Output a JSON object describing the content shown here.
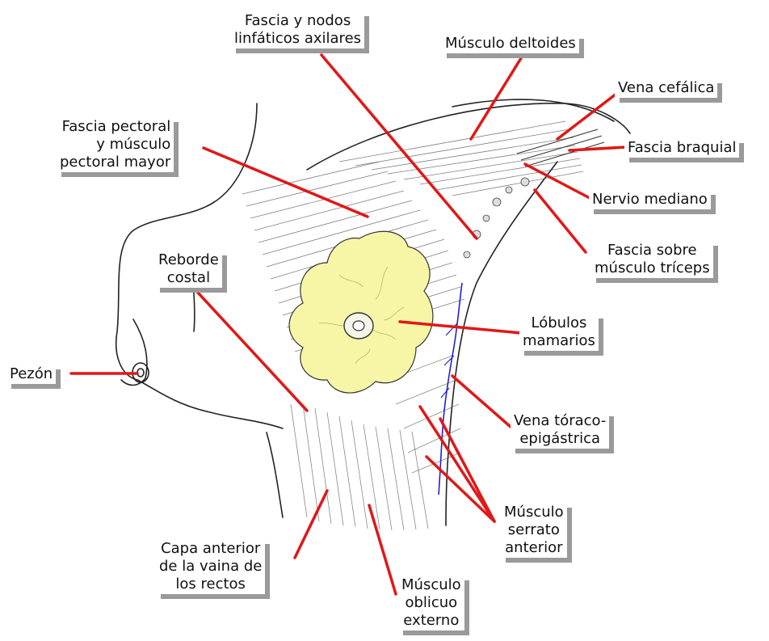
{
  "colors": {
    "leader_line": "#e01818",
    "mammary_lobules": "#f6f6a6",
    "vein": "#2222cc",
    "label_shadow": "#9a9a9a"
  },
  "labels": {
    "fascia_nodos": [
      "Fascia y nodos",
      "linfáticos axilares"
    ],
    "deltoides": [
      "Músculo deltoides"
    ],
    "cefalica": [
      "Vena cefálica"
    ],
    "braquial": [
      "Fascia braquial"
    ],
    "mediano": [
      "Nervio mediano"
    ],
    "triceps": [
      "Fascia sobre",
      "músculo tríceps"
    ],
    "pectoral": [
      "Fascia pectoral",
      "y músculo",
      "pectoral mayor"
    ],
    "reborde": [
      "Reborde",
      "costal"
    ],
    "lobulos": [
      "Lóbulos",
      "mamarios"
    ],
    "pezon": [
      "Pezón"
    ],
    "toraco": [
      "Vena tóraco-",
      "epigástrica"
    ],
    "serrato": [
      "Músculo",
      "serrato",
      "anterior"
    ],
    "capa": [
      "Capa anterior",
      "de la vaina de",
      "los rectos"
    ],
    "oblicuo": [
      "Músculo",
      "oblicuo",
      "externo"
    ]
  }
}
